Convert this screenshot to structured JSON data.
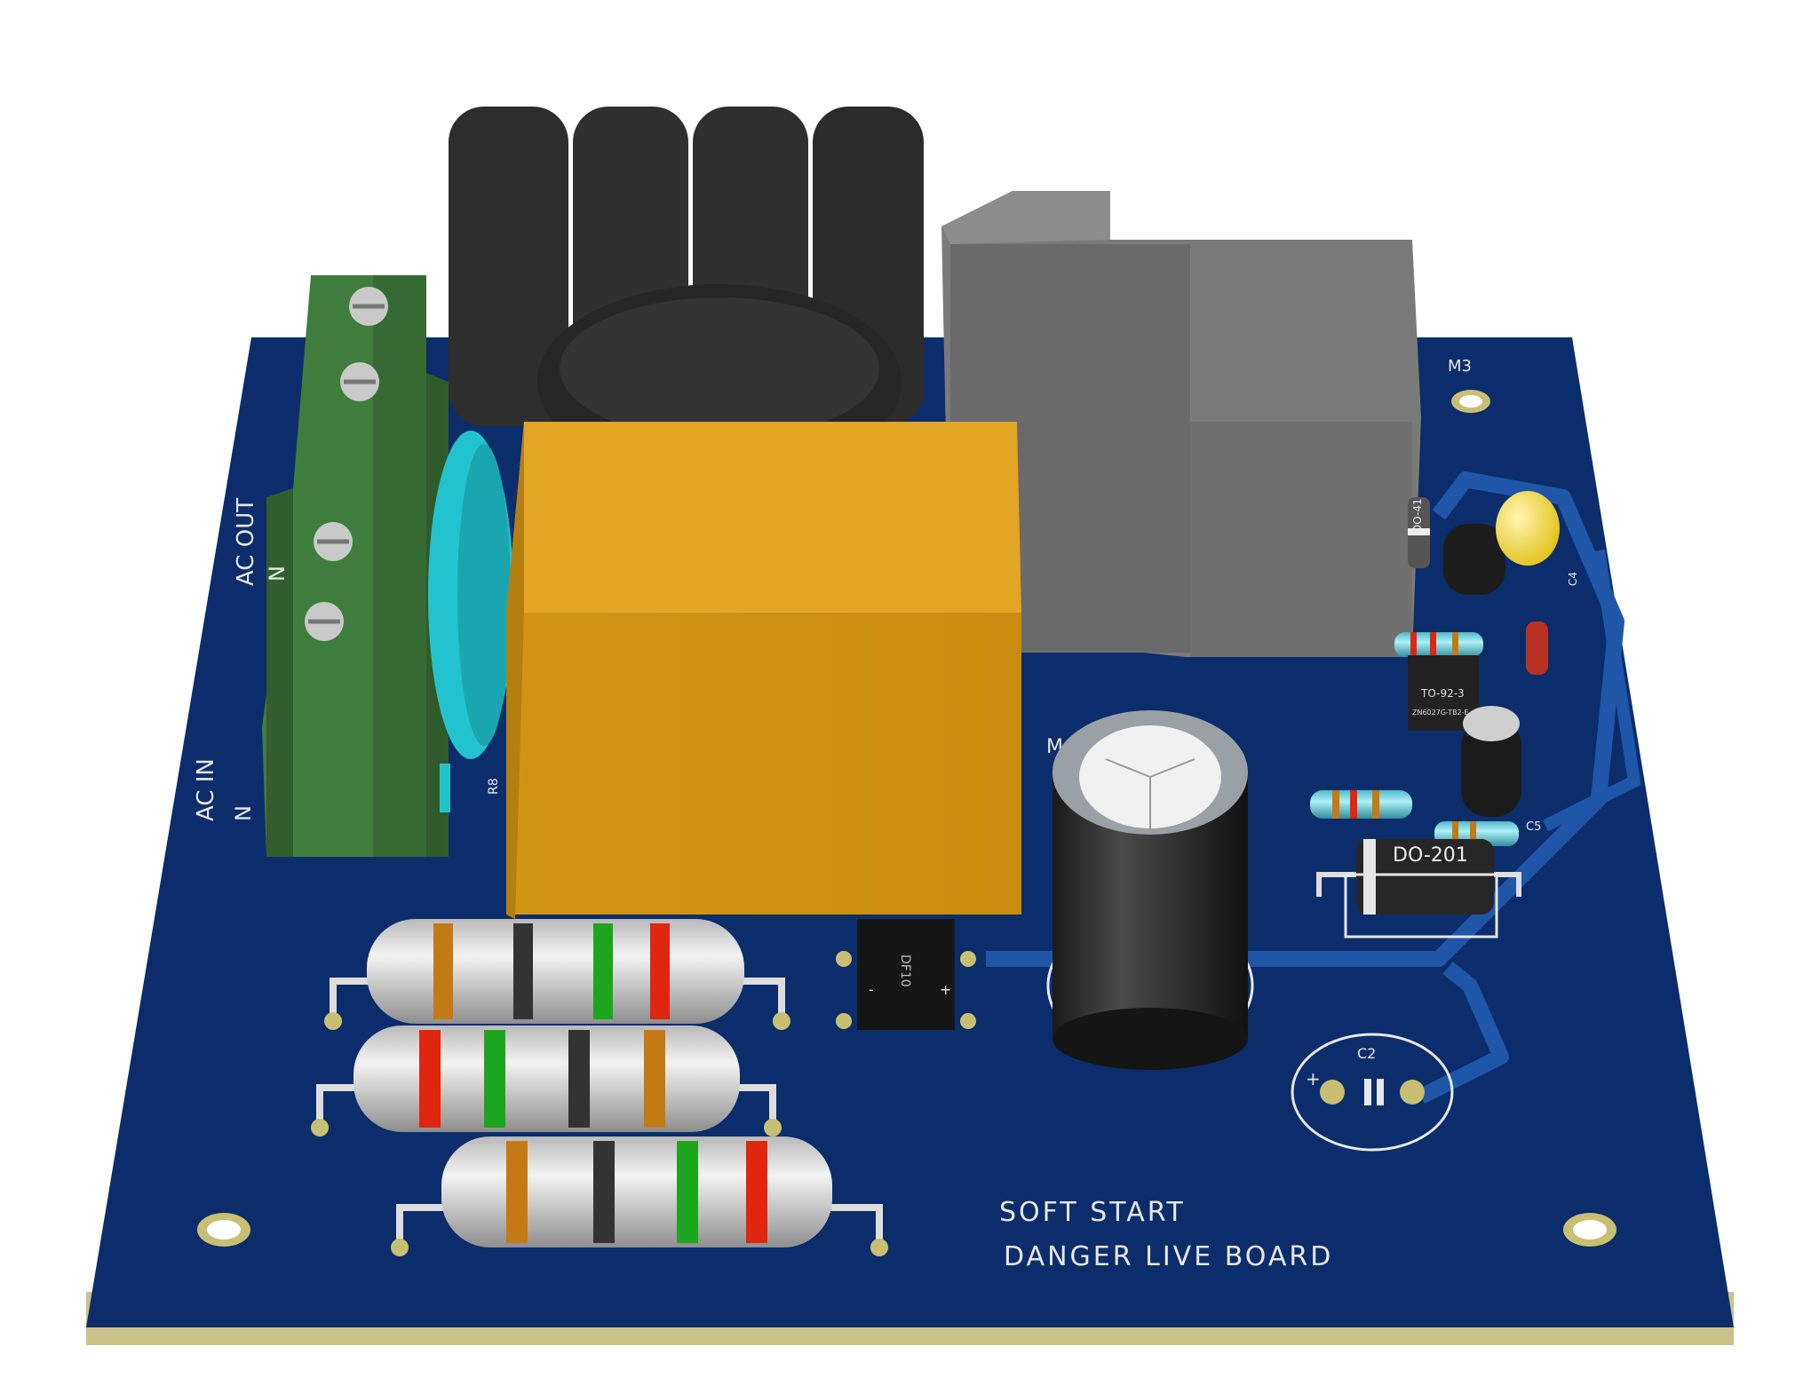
{
  "board": {
    "title_line1": "SOFT START",
    "title_line2": "DANGER LIVE BOARD",
    "mount_label": "M3",
    "ac_out": "AC OUT",
    "ac_in": "AC IN",
    "n_out": "N",
    "n_in": "N",
    "ref_r8": "R8",
    "ref_c2": "C2",
    "ref_c4": "C4",
    "ref_c5": "C5",
    "ref_m": "M",
    "diode_main": "DO-201",
    "diode_small": "DO-41",
    "to92_top": "TO-92-3",
    "to92_part": "ZN6027G-TB2-E",
    "bridge": "DF10",
    "plus": "+",
    "minus": "-"
  },
  "colors": {
    "pcb": "#0b2d6b",
    "pcb_edge": "#c9c38a",
    "trace": "#1f56a8",
    "relay": "#d89a1c",
    "terminal": "#3f7d3c",
    "inductor": "#2b2b2b",
    "grey_relay": "#6d6d6d",
    "cyan_cap": "#22c3cf"
  }
}
